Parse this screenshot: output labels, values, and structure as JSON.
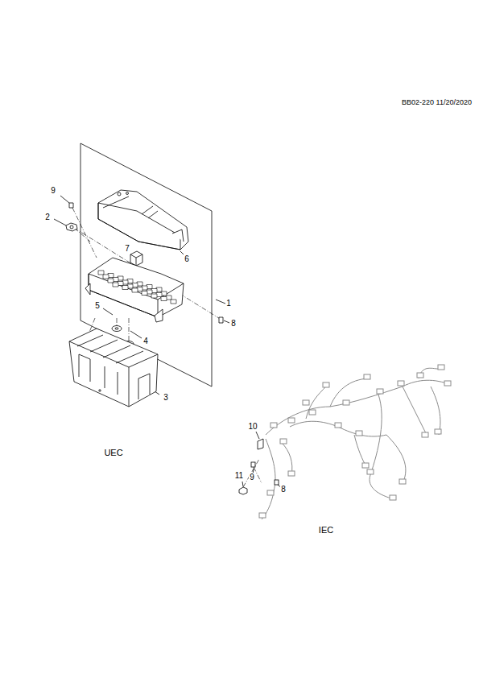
{
  "diagram": {
    "labels": [
      "BB02-220 11/20/2020",
      "9",
      "2",
      "7",
      "6",
      "1",
      "5",
      "8",
      "4",
      "3",
      "UEC",
      "10",
      "11",
      "9",
      "8",
      "IEC"
    ]
  }
}
